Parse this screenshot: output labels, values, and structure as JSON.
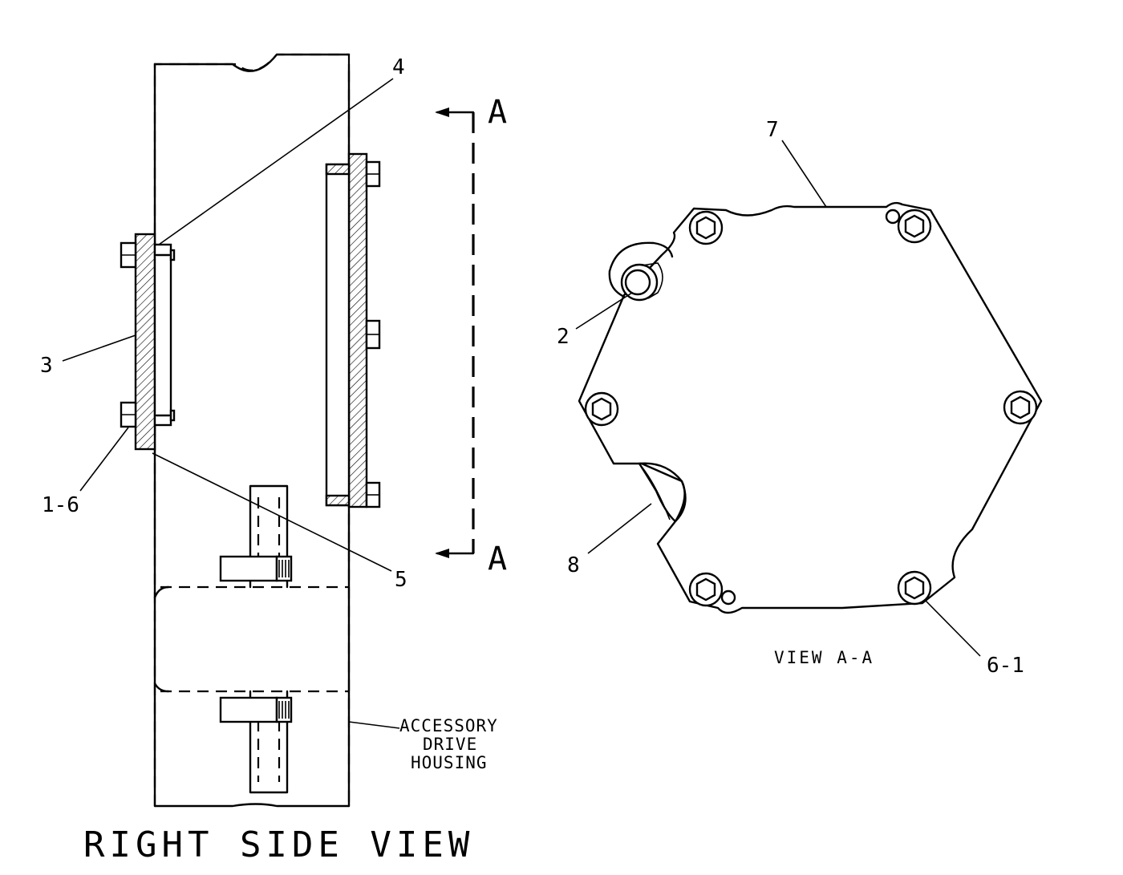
{
  "diagram": {
    "callouts": {
      "c1": "4",
      "c2": "3",
      "c3": "1-6",
      "c4": "5",
      "c5": "7",
      "c6": "2",
      "c7": "8",
      "c8": "6-1"
    },
    "section_marker": {
      "top": "A",
      "bottom": "A"
    },
    "note_accessory": [
      "ACCESSORY",
      "DRIVE",
      "HOUSING"
    ],
    "view_aa_title": "VIEW A-A",
    "right_side_title": "RIGHT SIDE VIEW"
  }
}
